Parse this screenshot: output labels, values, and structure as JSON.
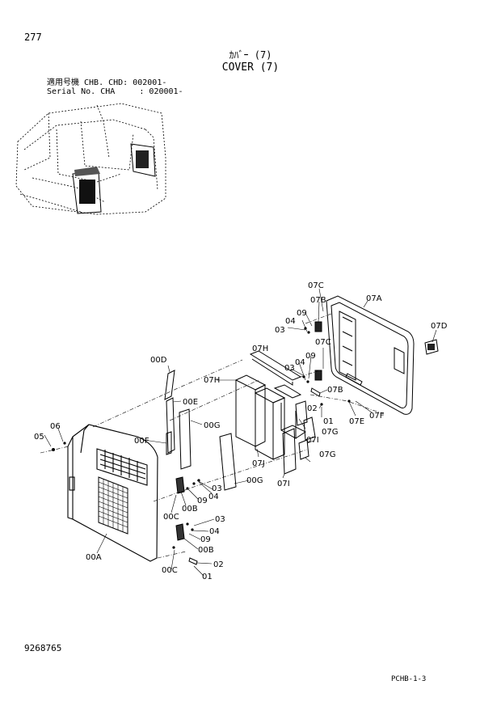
{
  "header": {
    "page_number": "277",
    "title_jp": "ｶﾊﾞｰ (7)",
    "title_en": "COVER (7)",
    "serial_line1": "適用号機 CHB. CHD: 002001-",
    "serial_line2": "Serial No. CHA     : 020001-"
  },
  "footer": {
    "document_number": "9268765",
    "reference_code": "PCHB-1-3"
  },
  "callouts": {
    "c07C_top": "07C",
    "c07A": "07A",
    "c07B_top": "07B",
    "c09_top": "09",
    "c04_top": "04",
    "c03_top": "03",
    "c07D": "07D",
    "c07C_mid": "07C",
    "c07H": "07H",
    "c09_mid": "09",
    "c04_mid": "04",
    "c03_mid": "03",
    "c07H_left": "07H",
    "c07B_mid": "07B",
    "c02_mid": "02",
    "c01_mid": "01",
    "c07E": "07E",
    "c07F": "07F",
    "c07G_top": "07G",
    "c07I_top": "07I",
    "c07G_bot": "07G",
    "c07J": "07J",
    "c07I_bot": "07I",
    "c00D": "00D",
    "c00E": "00E",
    "c00G_top": "00G",
    "c06": "06",
    "c05": "05",
    "c00F": "00F",
    "c03_lowA": "03",
    "c09_lowA": "09",
    "c04_lowA": "04",
    "c00G_bot": "00G",
    "c00B_top": "00B",
    "c00C_top": "00C",
    "c03_lowB": "03",
    "c04_lowB": "04",
    "c09_lowB": "09",
    "c00B_bot": "00B",
    "c02_low": "02",
    "c00C_bot": "00C",
    "c01_low": "01",
    "c00A": "00A"
  }
}
